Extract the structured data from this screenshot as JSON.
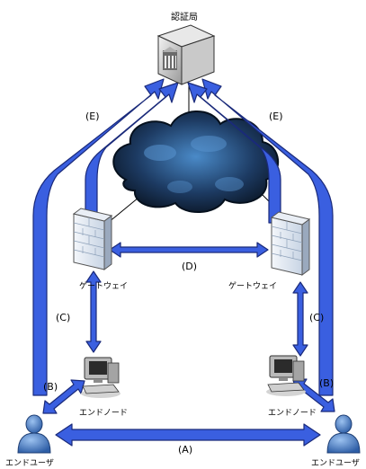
{
  "nodes": {
    "cert_authority": "認証局",
    "gateway_left": "ゲートウェイ",
    "gateway_right": "ゲートウェイ",
    "end_node_left": "エンドノード",
    "end_node_right": "エンドノード",
    "end_user_left": "エンドユーザ",
    "end_user_right": "エンドユーザ"
  },
  "connections": {
    "a": "(A)",
    "b_left": "(B)",
    "b_right": "(B)",
    "c_left": "(C)",
    "c_right": "(C)",
    "d": "(D)",
    "e_left": "(E)",
    "e_right": "(E)"
  },
  "colors": {
    "arrow_fill": "#3a5fe0",
    "arrow_stroke": "#1a2a7a",
    "cloud_dark": "#0d1b2e",
    "cloud_highlight": "#3a78b8",
    "firewall_brick": "#dde6f2",
    "user_body": "#4e7fc4"
  },
  "icons": [
    "server-icon",
    "cloud-icon",
    "firewall-icon",
    "computer-icon",
    "user-icon"
  ]
}
